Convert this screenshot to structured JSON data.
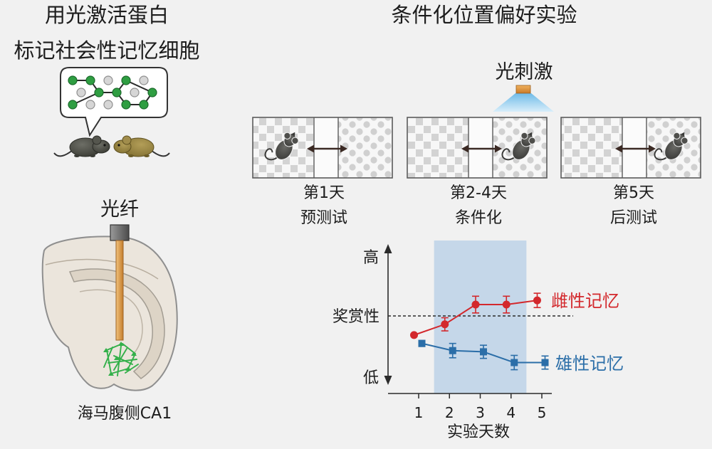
{
  "left_panel": {
    "title_lines": [
      "用光激活蛋白",
      "标记社会性记忆细胞"
    ],
    "fiber_label": "光纤",
    "region_label": "海马腹侧CA1"
  },
  "right_panel": {
    "title": "条件化位置偏好实验",
    "light_label": "光刺激",
    "stages": [
      {
        "day": "第1天",
        "phase": "预测试"
      },
      {
        "day": "第2-4天",
        "phase": "条件化"
      },
      {
        "day": "第5天",
        "phase": "后测试"
      }
    ]
  },
  "colors": {
    "background": "#f1f1f1",
    "neuron_green": "#33b04a",
    "fiber_orange": "#d99a4e",
    "light_blue": "#8fcbee",
    "highlight": "#c5d7e9",
    "female": "#d3282c",
    "male": "#2b6ea8"
  },
  "chart_data": {
    "type": "line",
    "x": [
      1,
      2,
      3,
      4,
      5
    ],
    "x_tick_labels": [
      "1",
      "2",
      "3",
      "4",
      "5"
    ],
    "xlabel": "实验天数",
    "xlim": [
      0,
      5.3
    ],
    "y_tick_labels": [
      "低",
      "高"
    ],
    "ylim": [
      0,
      1
    ],
    "reference_line": {
      "label": "奖赏性",
      "y": 0.5,
      "style": "dashed"
    },
    "highlight_x_range": [
      1.5,
      4.5
    ],
    "series": [
      {
        "name": "雌性记忆",
        "color": "#d3282c",
        "marker": "circle",
        "values": [
          0.34,
          0.43,
          0.595,
          0.595,
          0.63
        ],
        "errors": [
          0.01,
          0.055,
          0.07,
          0.07,
          0.06
        ]
      },
      {
        "name": "雄性记忆",
        "color": "#2b6ea8",
        "marker": "square",
        "values": [
          0.27,
          0.21,
          0.2,
          0.11,
          0.11
        ],
        "errors": [
          0.025,
          0.06,
          0.055,
          0.06,
          0.055
        ]
      }
    ],
    "grid": false,
    "legend": "right"
  }
}
